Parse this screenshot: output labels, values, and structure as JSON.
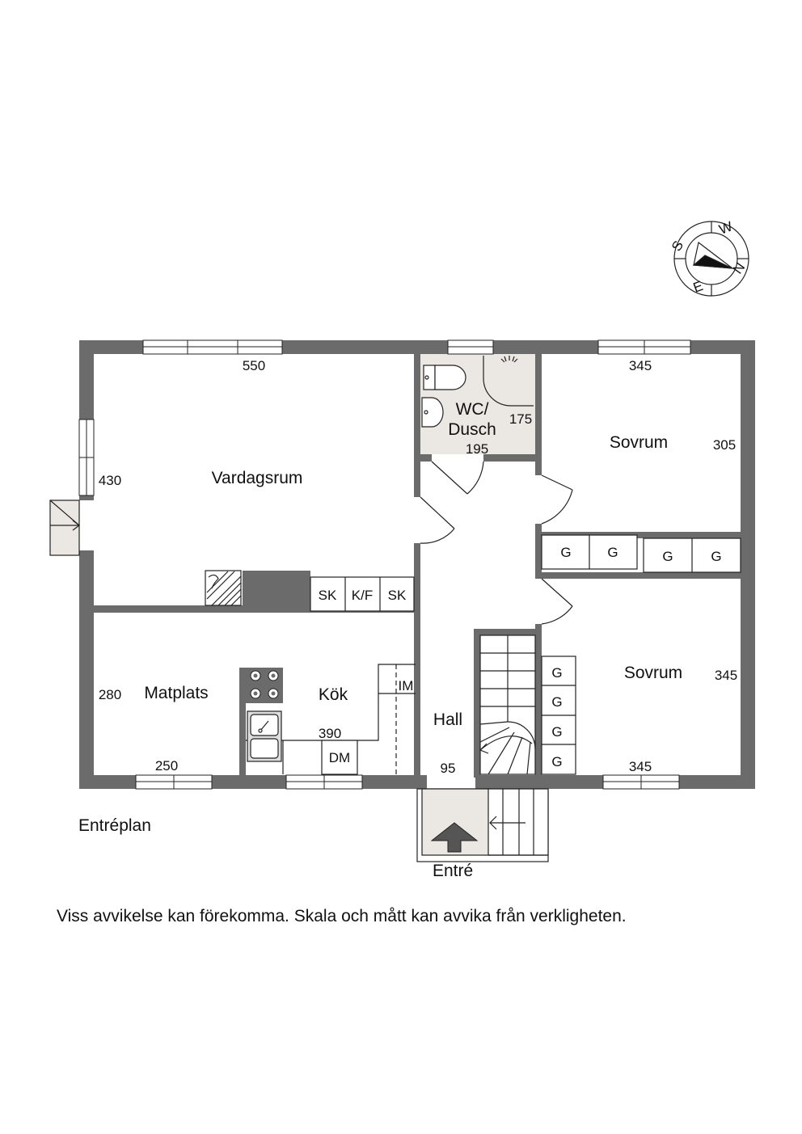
{
  "plan_label": "Entréplan",
  "entrance_label": "Entré",
  "disclaimer": "Viss avvikelse kan förekomma. Skala och mått kan avvika från verkligheten.",
  "compass": {
    "n": "N",
    "e": "E",
    "s": "S",
    "w": "W"
  },
  "rooms": {
    "vardagsrum": "Vardagsrum",
    "wc_line1": "WC/",
    "wc_line2": "Dusch",
    "sovrum_top": "Sovrum",
    "sovrum_bottom": "Sovrum",
    "matplats": "Matplats",
    "kok": "Kök",
    "hall": "Hall"
  },
  "dimensions": {
    "vardagsrum_width": "550",
    "vardagsrum_depth": "430",
    "wc_width": "195",
    "wc_depth": "175",
    "sovrum_top_width": "345",
    "sovrum_top_depth": "305",
    "sovrum_bottom_depth": "345",
    "sovrum_bottom_width": "345",
    "matplats_depth": "280",
    "matplats_width": "250",
    "kok_width": "390",
    "hall_width": "95"
  },
  "fixtures": {
    "sk_left": "SK",
    "kf": "K/F",
    "sk_right": "SK",
    "im": "IM",
    "dm": "DM",
    "g_top_1": "G",
    "g_top_2": "G",
    "g_top_3": "G",
    "g_top_4": "G",
    "g_side_1": "G",
    "g_side_2": "G",
    "g_side_3": "G",
    "g_side_4": "G"
  },
  "colors": {
    "wall": "#6b6b6b",
    "wet_room": "#ebe7e3",
    "outline": "#222222"
  }
}
